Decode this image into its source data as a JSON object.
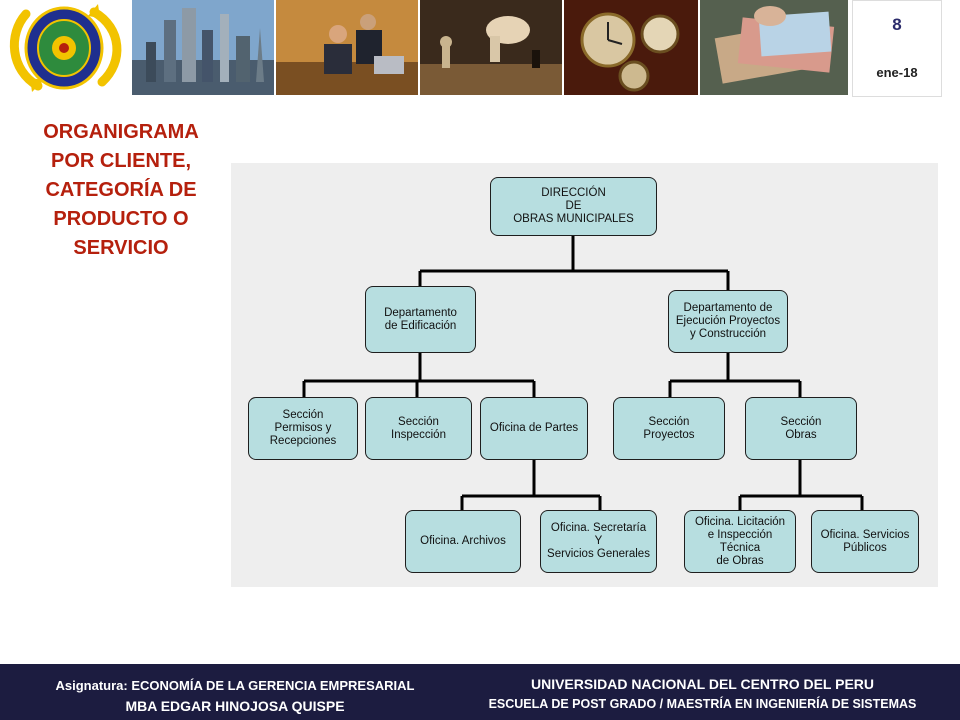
{
  "header": {
    "slide_number": "8",
    "slide_date": "ene-18",
    "photos": [
      "city-skyline-photo",
      "business-meeting-photo",
      "chess-hand-photo",
      "clocks-photo",
      "euro-banknotes-photo"
    ]
  },
  "title": {
    "lines": [
      "ORGANIGRAMA",
      "POR CLIENTE,",
      "CATEGORÍA DE",
      "PRODUCTO O",
      "SERVICIO"
    ]
  },
  "org_chart": {
    "root": [
      "DIRECCIÓN",
      "DE",
      "OBRAS MUNICIPALES"
    ],
    "dept_edificacion": [
      "Departamento",
      "de Edificación"
    ],
    "dept_ejecucion": [
      "Departamento de",
      "Ejecución Proyectos",
      "y  Construcción"
    ],
    "sec_permisos": [
      "Sección",
      "Permisos y",
      "Recepciones"
    ],
    "sec_inspeccion": [
      "Sección",
      "Inspección"
    ],
    "of_partes": [
      "Oficina de Partes"
    ],
    "sec_proyectos": [
      "Sección",
      "Proyectos"
    ],
    "sec_obras": [
      "Sección",
      "Obras"
    ],
    "of_archivos": [
      "Oficina. Archivos"
    ],
    "of_secretaria": [
      "Oficina. Secretaría",
      "Y",
      "Servicios Generales"
    ],
    "of_licitacion": [
      "Oficina. Licitación",
      "e  Inspección",
      "Técnica",
      "de Obras"
    ],
    "of_servicios": [
      "Oficina. Servicios",
      "Públicos"
    ]
  },
  "footer": {
    "subject_label": "Asignatura: ",
    "subject": "ECONOMÍA DE LA GERENCIA EMPRESARIAL",
    "teacher": "MBA EDGAR HINOJOSA QUISPE",
    "university": "UNIVERSIDAD NACIONAL DEL CENTRO DEL PERU",
    "school": "ESCUELA DE POST GRADO / MAESTRÍA EN INGENIERÍA DE SISTEMAS"
  },
  "colors": {
    "title": "#b5200d",
    "node_fill": "#b7dee0",
    "footer_bg": "#1c1c40",
    "logo_yellow": "#f2c300",
    "logo_blue": "#1f2f8f"
  }
}
